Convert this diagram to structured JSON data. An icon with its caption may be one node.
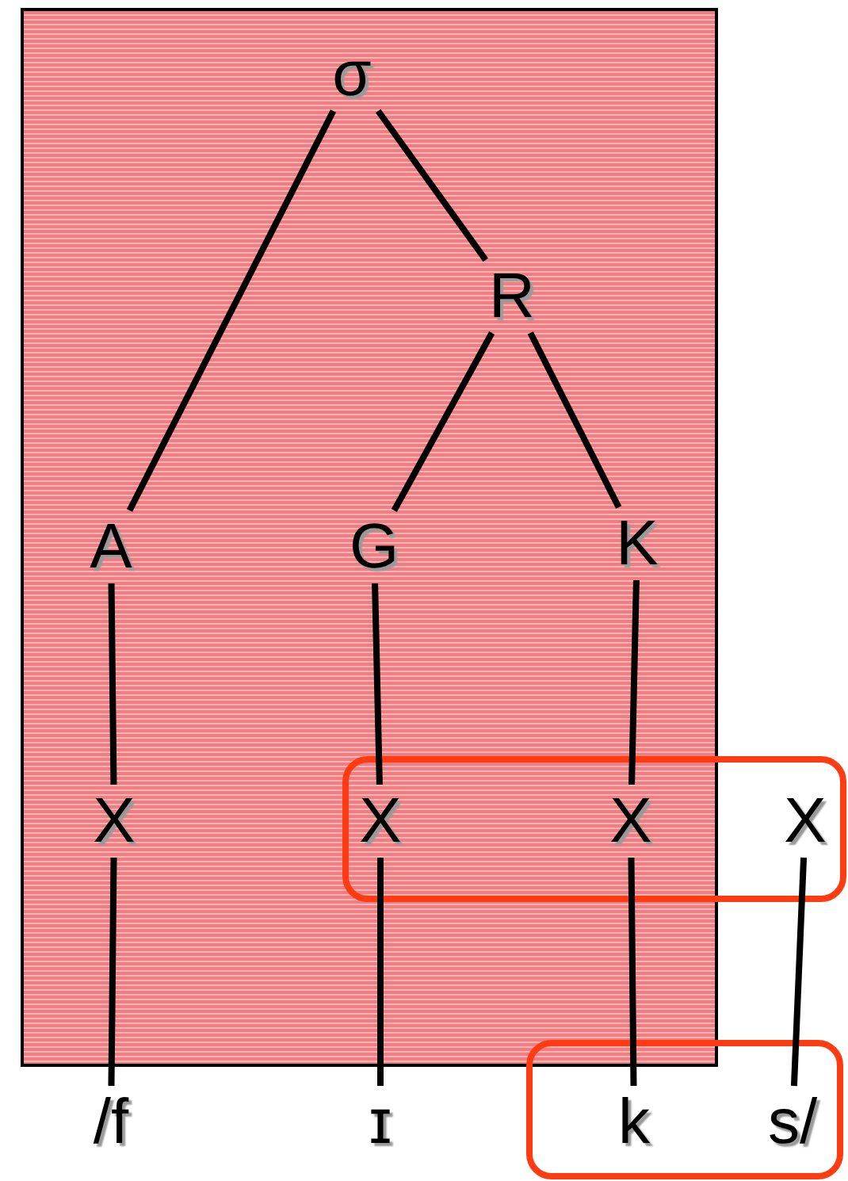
{
  "diagram": {
    "nodes": [
      {
        "text": [],
        "shape": "box"
      },
      {
        "text": [
          "σ"
        ],
        "in": 0
      },
      {
        "text": [
          "R"
        ],
        "in": 0
      },
      {
        "text": [
          "A"
        ],
        "in": 0
      },
      {
        "text": [
          "G"
        ],
        "in": 0
      },
      {
        "text": [
          "K"
        ],
        "in": 0
      },
      {
        "text": [
          "X"
        ],
        "in": 0
      },
      {
        "text": [
          "X"
        ],
        "in": 0
      },
      {
        "text": [
          "X"
        ],
        "in": 0
      },
      {
        "text": [
          "X"
        ]
      },
      {
        "text": [
          "/f"
        ]
      },
      {
        "text": [
          "ɪ"
        ]
      },
      {
        "text": [
          "k"
        ]
      },
      {
        "text": [
          "s/"
        ]
      }
    ],
    "edges": [
      {
        "from": 1,
        "to": 3,
        "arrow": "none"
      },
      {
        "from": 1,
        "to": 2,
        "arrow": "none"
      },
      {
        "from": 2,
        "to": 4,
        "arrow": "none"
      },
      {
        "from": 2,
        "to": 5,
        "arrow": "none"
      },
      {
        "from": 3,
        "to": 6,
        "arrow": "none"
      },
      {
        "from": 4,
        "to": 7,
        "arrow": "none"
      },
      {
        "from": 5,
        "to": 8,
        "arrow": "none"
      },
      {
        "from": 6,
        "to": 10,
        "arrow": "none"
      },
      {
        "from": 7,
        "to": 11,
        "arrow": "none"
      },
      {
        "from": 8,
        "to": 12,
        "arrow": "none"
      },
      {
        "from": 9,
        "to": 13,
        "arrow": "none"
      }
    ]
  }
}
